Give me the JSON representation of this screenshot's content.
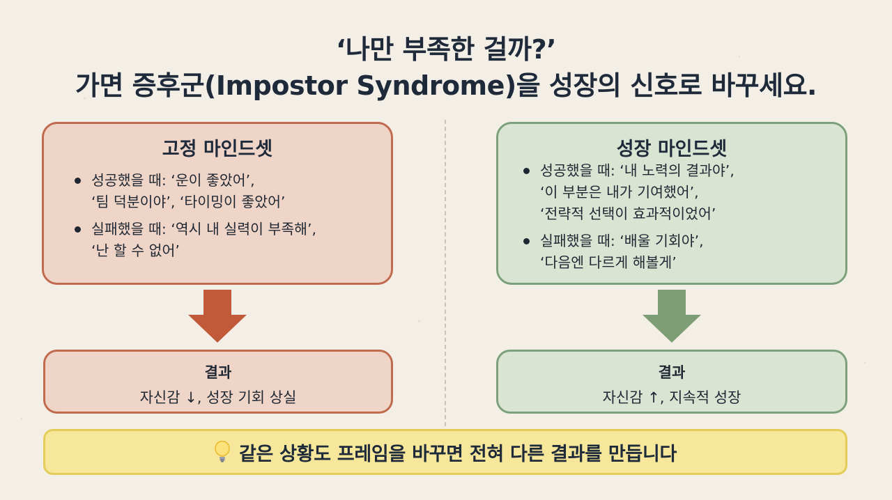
{
  "title": {
    "line1": "‘나만 부족한 걸까?’",
    "line2": "가면 증후군(Impostor Syndrome)을 성장의 신호로 바꾸세요."
  },
  "fixed_mindset": {
    "title": "고정 마인드셋",
    "bullets": [
      [
        "성공했을 때: ‘운이 좋았어’,",
        "‘팀 덕분이야’, ‘타이밍이 좋았어’"
      ],
      [
        "실패했을 때: ‘역시 내 실력이 부족해’,",
        "‘난 할 수 없어’"
      ]
    ],
    "result_label": "결과",
    "result_text": "자신감 ↓, 성장 기회 상실",
    "color": "#c06a4e",
    "fill": "#efd5c8"
  },
  "growth_mindset": {
    "title": "성장 마인드셋",
    "bullets": [
      [
        "성공했을 때: ‘내 노력의 결과야’,",
        "‘이 부분은 내가 기여했어’,",
        "‘전략적 선택이 효과적이었어’"
      ],
      [
        "실패했을 때: ‘배울 기회야’,",
        "‘다음엔 다르게 해볼게’"
      ]
    ],
    "result_label": "결과",
    "result_text": "자신감 ↑, 지속적 성장",
    "color": "#7c9f7c",
    "fill": "#d9e4d3"
  },
  "footer": {
    "icon": "lightbulb-icon",
    "text": "같은 상황도 프레임을 바꾸면 전혀 다른 결과를 만듭니다"
  }
}
